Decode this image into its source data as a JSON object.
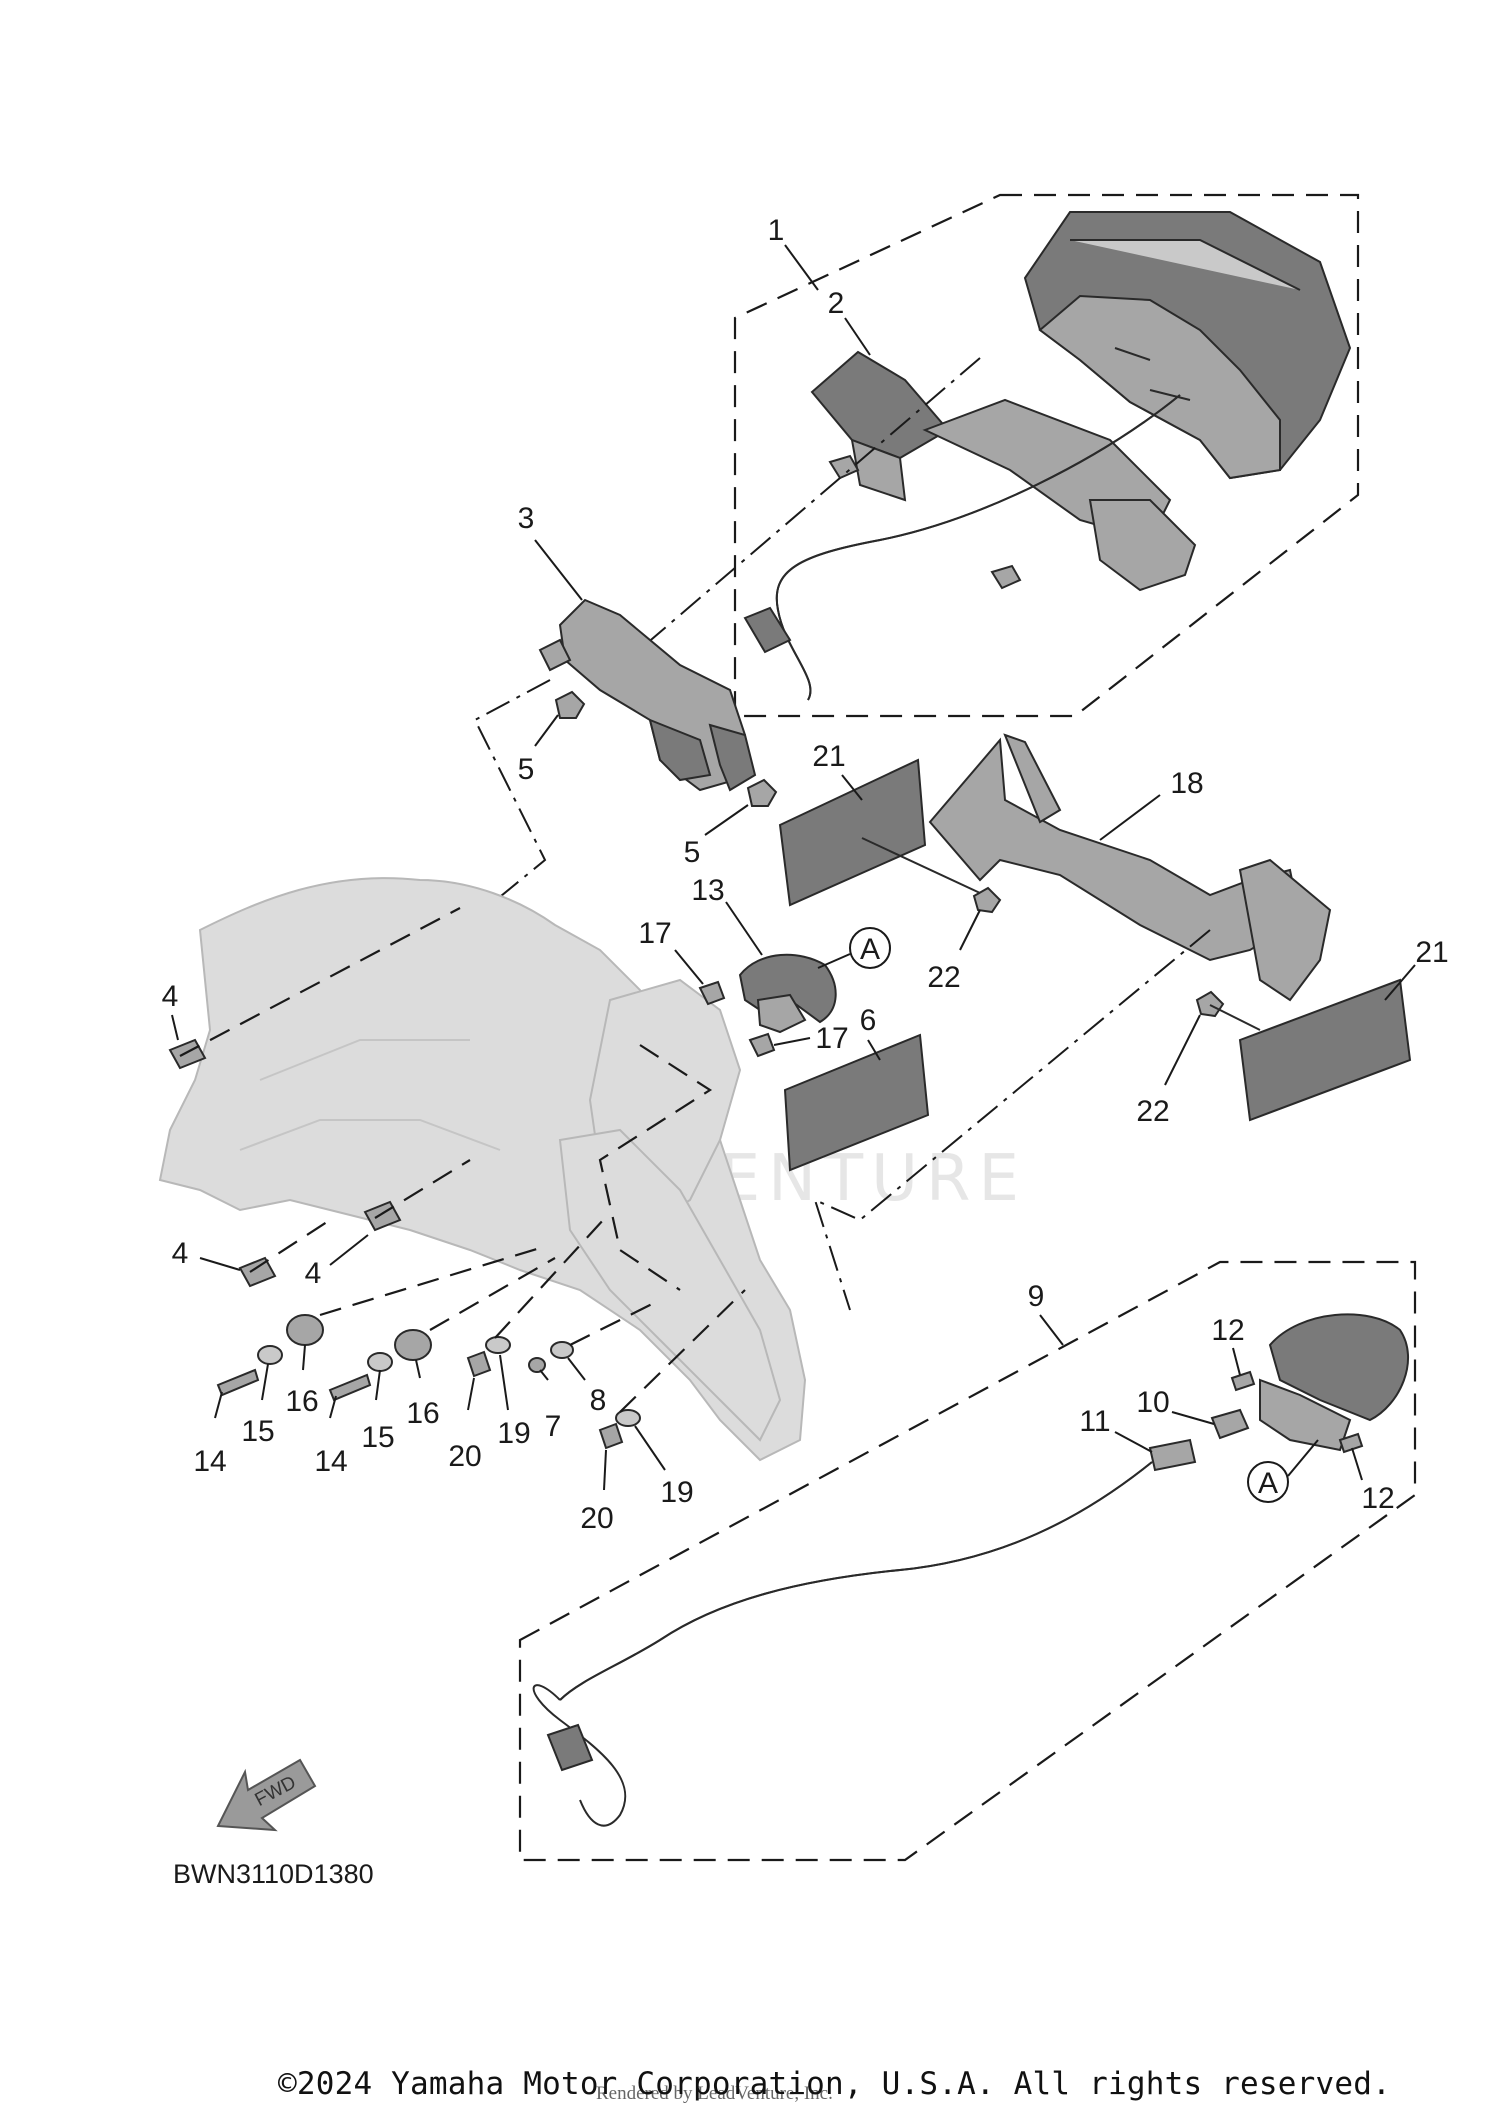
{
  "diagram": {
    "code": "BWN3110D1380",
    "fwd_label": "FWD",
    "copyright": "©2024 Yamaha Motor Corporation, U.S.A. All rights reserved.",
    "rendered_by": "Rendered by LeadVenture, Inc.",
    "watermark": "ADVENTURE",
    "reference_marker": "A",
    "callouts": {
      "c1": "1",
      "c2": "2",
      "c3": "3",
      "c4a": "4",
      "c4b": "4",
      "c4c": "4",
      "c5a": "5",
      "c5b": "5",
      "c6": "6",
      "c7": "7",
      "c8": "8",
      "c9": "9",
      "c10": "10",
      "c11": "11",
      "c12a": "12",
      "c12b": "12",
      "c13": "13",
      "c14a": "14",
      "c14b": "14",
      "c15a": "15",
      "c15b": "15",
      "c16a": "16",
      "c16b": "16",
      "c17a": "17",
      "c17b": "17",
      "c18": "18",
      "c19a": "19",
      "c19b": "19",
      "c20a": "20",
      "c20b": "20",
      "c21a": "21",
      "c21b": "21",
      "c22a": "22",
      "c22b": "22"
    }
  }
}
